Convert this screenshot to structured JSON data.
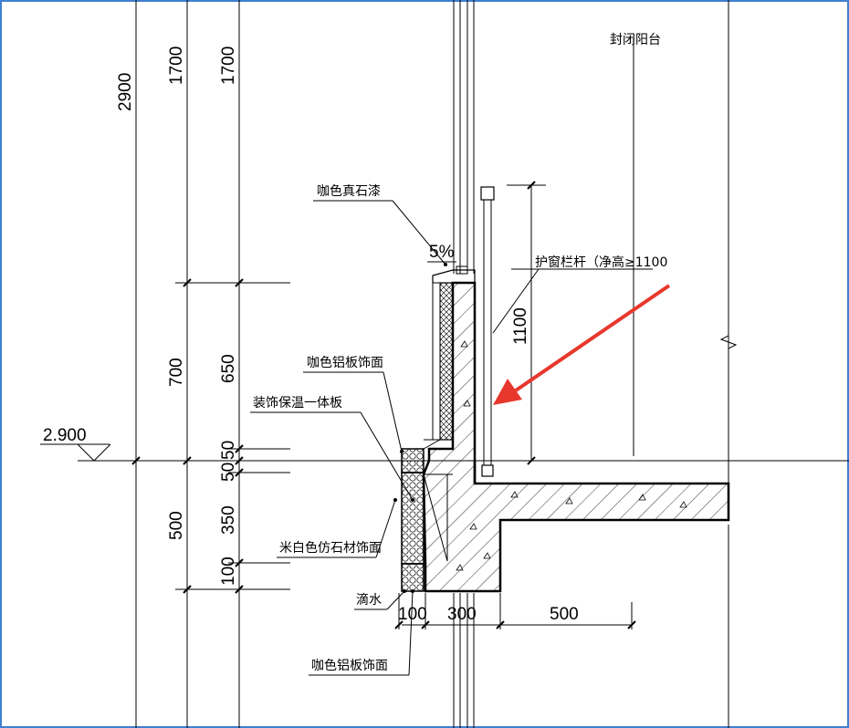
{
  "labels": {
    "room": "封闭阳台",
    "stone_paint": "咖色真石漆",
    "slope": "5%",
    "railing": "护窗栏杆（净高≥1100",
    "alu_panel_top": "咖色铝板饰面",
    "insulation_panel": "装饰保温一体板",
    "stone_finish": "米白色仿石材饰面",
    "drip": "滴水",
    "alu_panel_bottom": "咖色铝板饰面"
  },
  "elevation": "2.900",
  "dims": {
    "d2900": "2900",
    "d1700a": "1700",
    "d1700b": "1700",
    "d700": "700",
    "d650": "650",
    "d500v": "500",
    "d350": "350",
    "d100v": "100",
    "d50a": "50",
    "d50b": "50",
    "d1100": "1100",
    "d100h": "100",
    "d300": "300",
    "d500h": "500"
  },
  "colors": {
    "border": "#3f7fd0",
    "arrow": "#e8382d",
    "line": "#000000"
  }
}
